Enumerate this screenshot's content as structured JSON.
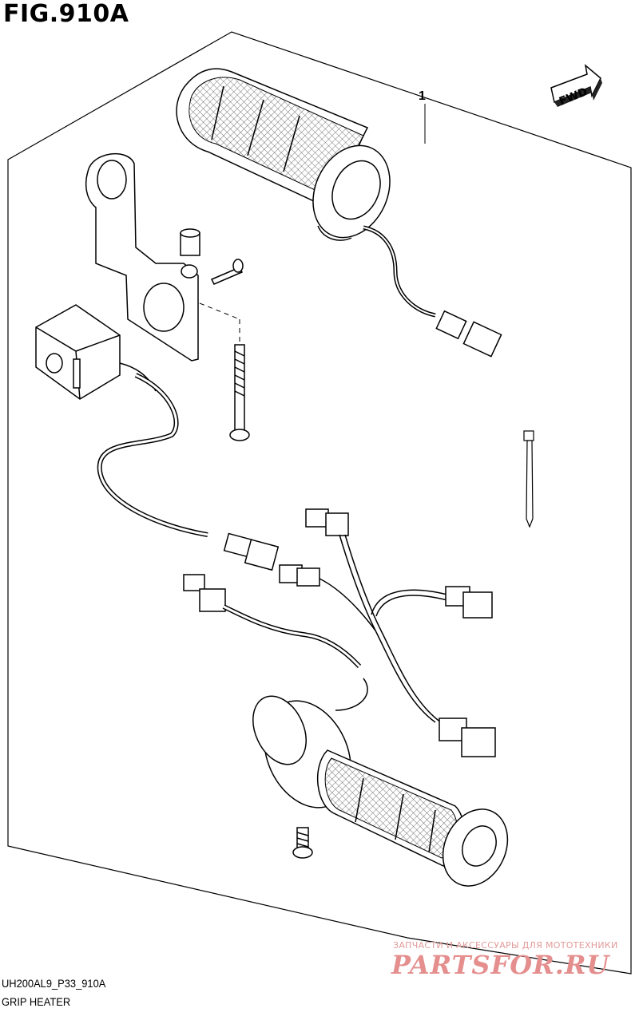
{
  "figure": {
    "title": "FIG.910A",
    "part_label": "1",
    "fwd_label": "FWD",
    "drawing_code": "UH200AL9_P33_910A",
    "caption": "GRIP HEATER"
  },
  "watermark": {
    "tagline": "ЗАПЧАСТИ И АКСЕССУАРЫ ДЛЯ МОТОТЕХНИКИ",
    "logo": "PARTSFOR.RU"
  }
}
